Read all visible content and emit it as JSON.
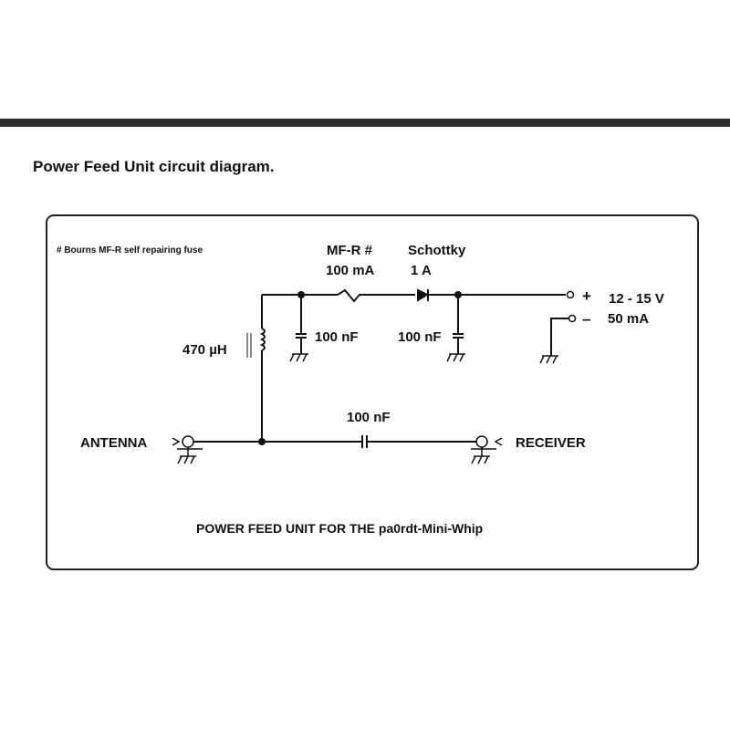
{
  "heading": "Power Feed Unit circuit diagram.",
  "diagram": {
    "footnote": "# Bourns MF-R self repairing fuse",
    "fuse": {
      "name": "MF-R #",
      "rating": "100 mA"
    },
    "diode": {
      "name": "Schottky",
      "rating": "1 A"
    },
    "inductor": {
      "value": "470 µH"
    },
    "cap1": {
      "value": "100 nF"
    },
    "cap2": {
      "value": "100 nF"
    },
    "cap3": {
      "value": "100 nF"
    },
    "supply": {
      "plus": "+",
      "minus": "–",
      "voltage": "12 - 15 V",
      "current": "50 mA"
    },
    "antenna": "ANTENNA",
    "receiver": "RECEIVER",
    "caption": "POWER FEED UNIT FOR THE pa0rdt-Mini-Whip"
  }
}
